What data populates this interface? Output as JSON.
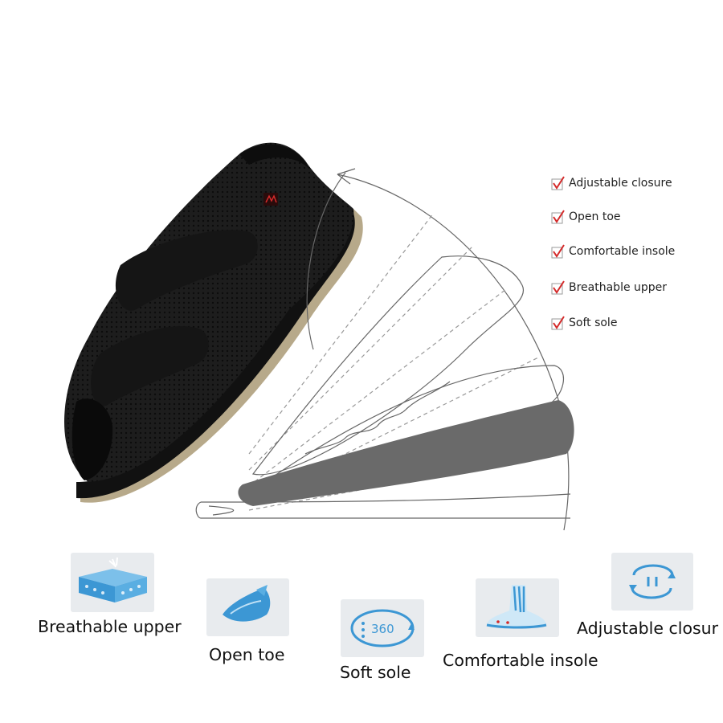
{
  "features": [
    {
      "label": "Adjustable closure",
      "icon": "checkmark-icon"
    },
    {
      "label": "Open toe",
      "icon": "checkmark-icon"
    },
    {
      "label": "Comfortable insole",
      "icon": "checkmark-icon"
    },
    {
      "label": "Breathable upper",
      "icon": "checkmark-icon"
    },
    {
      "label": "Soft sole",
      "icon": "checkmark-icon"
    }
  ],
  "icons": [
    {
      "label": "Breathable upper",
      "icon": "breathable-mesh-icon"
    },
    {
      "label": "Open toe",
      "icon": "open-toe-icon"
    },
    {
      "label": "Soft sole",
      "icon": "rotate-360-icon"
    },
    {
      "label": "Comfortable insole",
      "icon": "foot-insole-icon"
    },
    {
      "label": "Adjustable closur",
      "icon": "adjust-arrows-icon"
    }
  ],
  "colors": {
    "shoe": "#1b1b1b",
    "sole_edge": "#b7a98a",
    "check_red": "#d42a2a",
    "tile_bg": "#e8ebee",
    "icon_blue": "#3c97d4"
  }
}
